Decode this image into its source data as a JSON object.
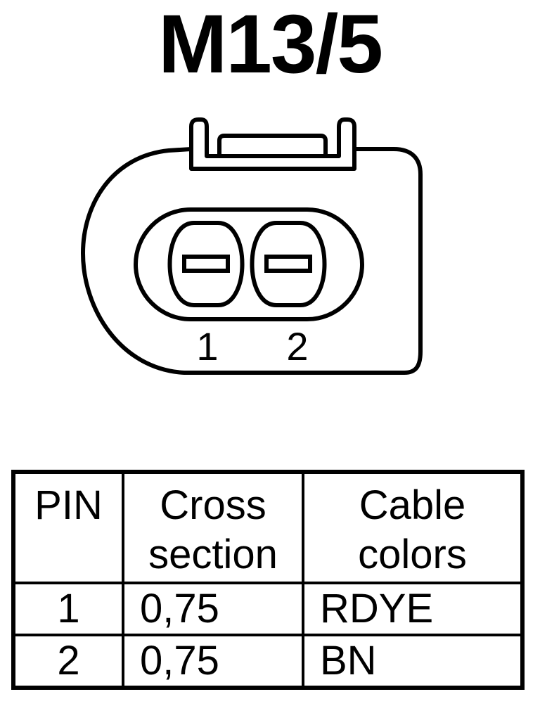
{
  "title": "M13/5",
  "connector": {
    "pin_labels": [
      "1",
      "2"
    ]
  },
  "table": {
    "headers": [
      [
        "PIN"
      ],
      [
        "Cross",
        "section"
      ],
      [
        "Cable",
        "colors"
      ]
    ],
    "rows": [
      {
        "pin": "1",
        "cross_section": "0,75",
        "color": "RDYE"
      },
      {
        "pin": "2",
        "cross_section": "0,75",
        "color": "BN"
      }
    ]
  }
}
